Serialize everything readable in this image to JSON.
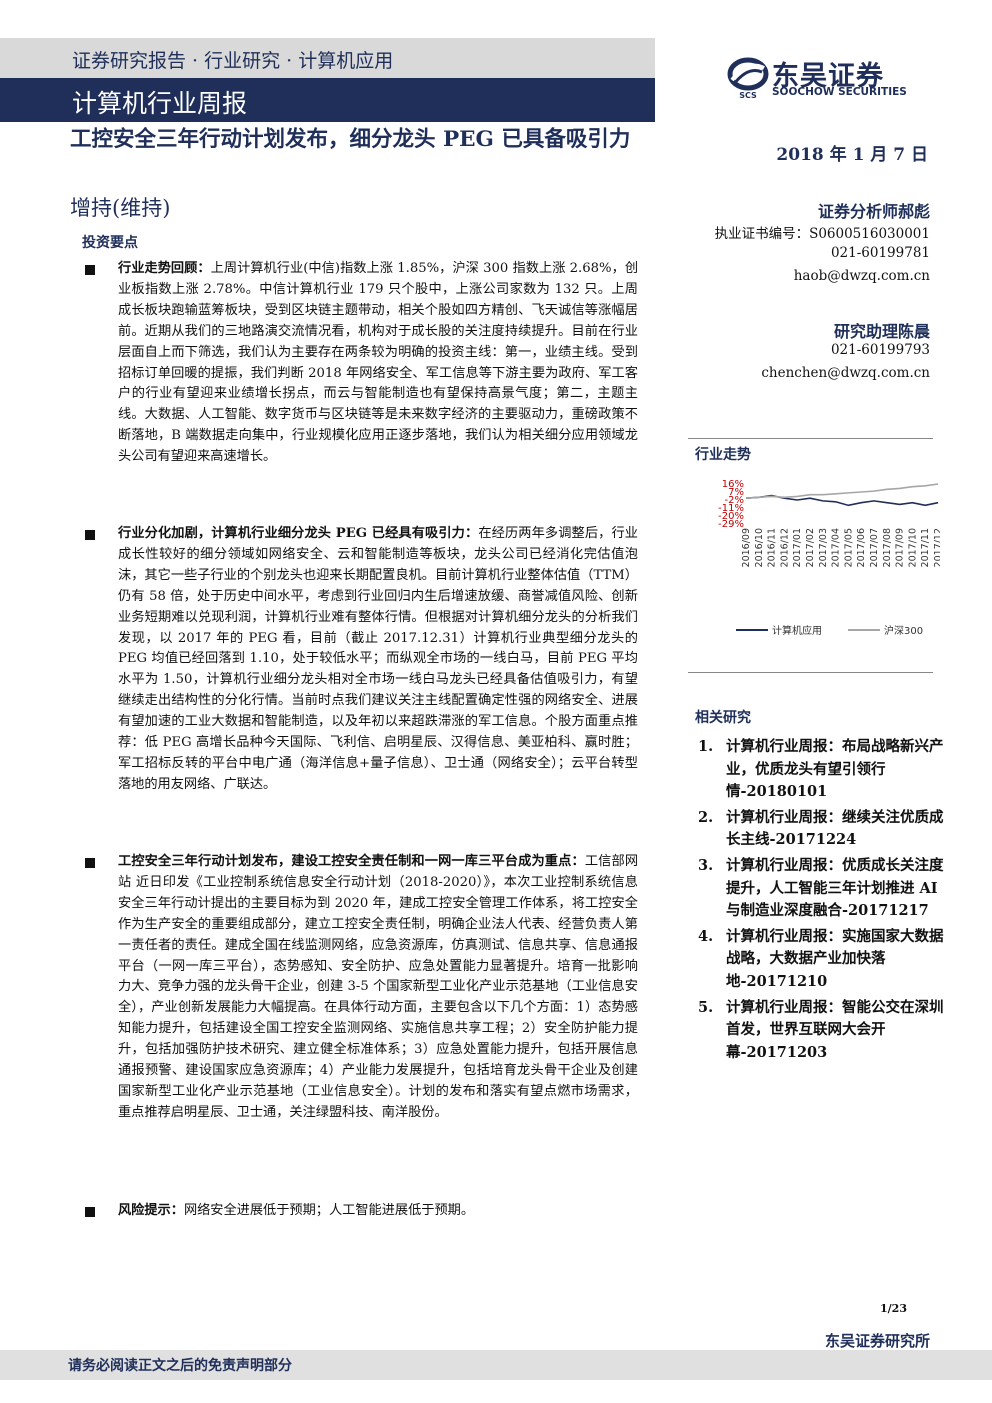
{
  "header": {
    "breadcrumb": "证券研究报告 · 行业研究 · 计算机应用",
    "series": "计算机行业周报",
    "logo_name": "东吴证券",
    "logo_en": "SOOCHOW SECURITIES",
    "logo_abbr": "SCS"
  },
  "report": {
    "title": "工控安全三年行动计划发布，细分龙头 PEG 已具备吸引力",
    "rating": "增持(维持)",
    "date": "2018 年 1 月 7 日"
  },
  "analysts": {
    "lead_title": "证券分析师郝彪",
    "lead_cert": "执业证书编号：S0600516030001",
    "lead_phone": "021-60199781",
    "lead_email": "haob@dwzq.com.cn",
    "assistant_title": "研究助理陈晨",
    "assistant_phone": "021-60199793",
    "assistant_email": "chenchen@dwzq.com.cn"
  },
  "trend_section_title": "行业走势",
  "chart_data": {
    "type": "line",
    "yticks": [
      "16%",
      "7%",
      "-2%",
      "-11%",
      "-20%",
      "-29%"
    ],
    "categories": [
      "2016/09",
      "2016/10",
      "2016/11",
      "2016/12",
      "2017/01",
      "2017/02",
      "2017/03",
      "2017/04",
      "2017/05",
      "2017/06",
      "2017/07",
      "2017/08",
      "2017/09",
      "2017/10",
      "2017/11",
      "2017/12"
    ],
    "ylim": [
      -29,
      16
    ],
    "series": [
      {
        "name": "计算机应用",
        "color": "#1f2f5a",
        "values": [
          0,
          1,
          3,
          0,
          -2,
          0,
          -3,
          -4,
          -8,
          -5,
          -3,
          -5,
          -7,
          -5,
          -8,
          -5
        ]
      },
      {
        "name": "沪深300",
        "color": "#a6a6a6",
        "values": [
          0,
          1,
          2,
          1,
          2,
          4,
          4,
          5,
          6,
          7,
          8,
          10,
          11,
          13,
          14,
          16
        ]
      }
    ]
  },
  "related": {
    "title": "相关研究",
    "items": [
      {
        "num": "1.",
        "text": "计算机行业周报：布局战略新兴产业，优质龙头有望引领行情-20180101"
      },
      {
        "num": "2.",
        "text": "计算机行业周报：继续关注优质成长主线-20171224"
      },
      {
        "num": "3.",
        "text": "计算机行业周报：优质成长关注度提升，人工智能三年计划推进 AI 与制造业深度融合-20171217"
      },
      {
        "num": "4.",
        "text": "计算机行业周报：实施国家大数据战略，大数据产业加快落地-20171210"
      },
      {
        "num": "5.",
        "text": "计算机行业周报：智能公交在深圳首发，世界互联网大会开幕-20171203"
      }
    ]
  },
  "points": {
    "title": "投资要点",
    "p1_head": "行业走势回顾：",
    "p1_body": "上周计算机行业(中信)指数上涨 1.85%，沪深 300 指数上涨 2.68%，创业板指数上涨 2.78%。中信计算机行业 179 只个股中，上涨公司家数为 132 只。上周成长板块跑输蓝筹板块，受到区块链主题带动，相关个股如四方精创、飞天诚信等涨幅居前。近期从我们的三地路演交流情况看，机构对于成长股的关注度持续提升。目前在行业层面自上而下筛选，我们认为主要存在两条较为明确的投资主线：第一，业绩主线。受到招标订单回暖的提振，我们判断 2018 年网络安全、军工信息等下游主要为政府、军工客户的行业有望迎来业绩增长拐点，而云与智能制造也有望保持高景气度；第二，主题主线。大数据、人工智能、数字货币与区块链等是未来数字经济的主要驱动力，重磅政策不断落地，B 端数据走向集中，行业规模化应用正逐步落地，我们认为相关细分应用领域龙头公司有望迎来高速增长。",
    "p2_head": "行业分化加剧，计算机行业细分龙头 PEG 已经具有吸引力：",
    "p2_body": "在经历两年多调整后，行业成长性较好的细分领域如网络安全、云和智能制造等板块，龙头公司已经消化完估值泡沫，其它一些子行业的个别龙头也迎来长期配置良机。目前计算机行业整体估值（TTM）仍有 58 倍，处于历史中间水平，考虑到行业回归内生后增速放缓、商誉减值风险、创新业务短期难以兑现利润，计算机行业难有整体行情。但根据对计算机细分龙头的分析我们发现，以 2017 年的 PEG 看，目前（截止 2017.12.31）计算机行业典型细分龙头的 PEG 均值已经回落到 1.10，处于较低水平；而纵观全市场的一线白马，目前 PEG 平均水平为 1.50，计算机行业细分龙头相对全市场一线白马龙头已经具备估值吸引力，有望继续走出结构性的分化行情。当前时点我们建议关注主线配置确定性强的网络安全、进展有望加速的工业大数据和智能制造，以及年初以来超跌滞涨的军工信息。个股方面重点推荐：低 PEG 高增长品种今天国际、飞利信、启明星辰、汉得信息、美亚柏科、赢时胜；军工招标反转的平台中电广通（海洋信息+量子信息）、卫士通（网络安全）；云平台转型落地的用友网络、广联达。",
    "p3_head": "工控安全三年行动计划发布，建设工控安全责任制和一网一库三平台成为重点：",
    "p3_body": "工信部网站 近日印发《工业控制系统信息安全行动计划（2018-2020）》，本次工业控制系统信息安全三年行动计提出的主要目标为到 2020 年，建成工控安全管理工作体系，将工控安全作为生产安全的重要组成部分，建立工控安全责任制，明确企业法人代表、经营负责人第一责任者的责任。建成全国在线监测网络，应急资源库，仿真测试、信息共享、信息通报平台（一网一库三平台），态势感知、安全防护、应急处置能力显著提升。培育一批影响力大、竞争力强的龙头骨干企业，创建 3-5 个国家新型工业化产业示范基地（工业信息安全），产业创新发展能力大幅提高。在具体行动方面，主要包含以下几个方面：1）态势感知能力提升，包括建设全国工控安全监测网络、实施信息共享工程；2）安全防护能力提升，包括加强防护技术研究、建立健全标准体系；3）应急处置能力提升，包括开展信息通报预警、建设国家应急资源库；4）产业能力发展提升，包括培育龙头骨干企业及创建国家新型工业化产业示范基地（工业信息安全）。计划的发布和落实有望点燃市场需求，重点推荐启明星辰、卫士通，关注绿盟科技、南洋股份。",
    "p4_head": "风险提示：",
    "p4_body": "网络安全进展低于预期；人工智能进展低于预期。"
  },
  "footer": {
    "page": "1/23",
    "institute": "东吴证券研究所",
    "disclaimer": "请务必阅读正文之后的免责声明部分"
  }
}
